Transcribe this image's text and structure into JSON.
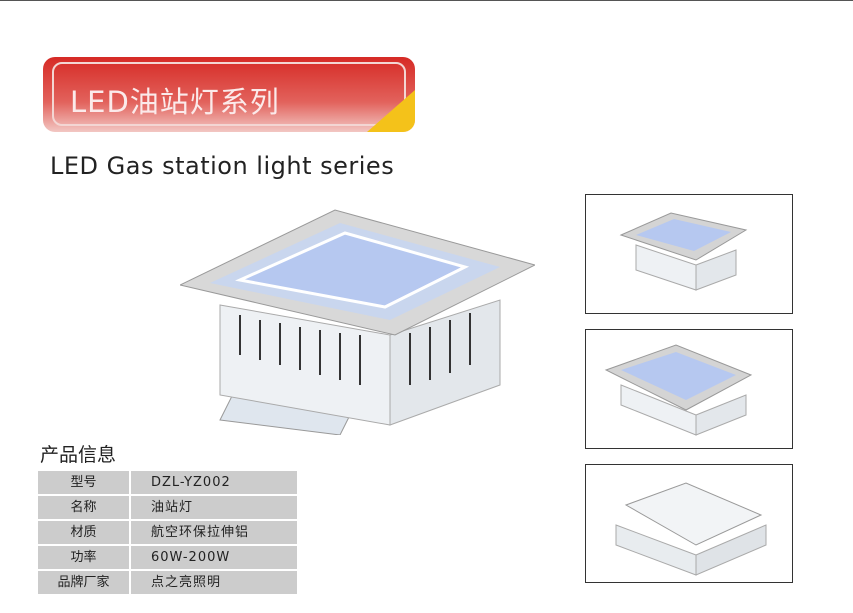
{
  "banner": {
    "title": "LED油站灯系列"
  },
  "subtitle": "LED Gas station  light  series",
  "info": {
    "title": "产品信息",
    "rows": [
      {
        "label": "型号",
        "value": "DZL-YZ002"
      },
      {
        "label": "名称",
        "value": "油站灯"
      },
      {
        "label": "材质",
        "value": "航空环保拉伸铝"
      },
      {
        "label": "功率",
        "value": "60W-200W"
      },
      {
        "label": "品牌厂家",
        "value": "点之亮照明"
      }
    ]
  }
}
